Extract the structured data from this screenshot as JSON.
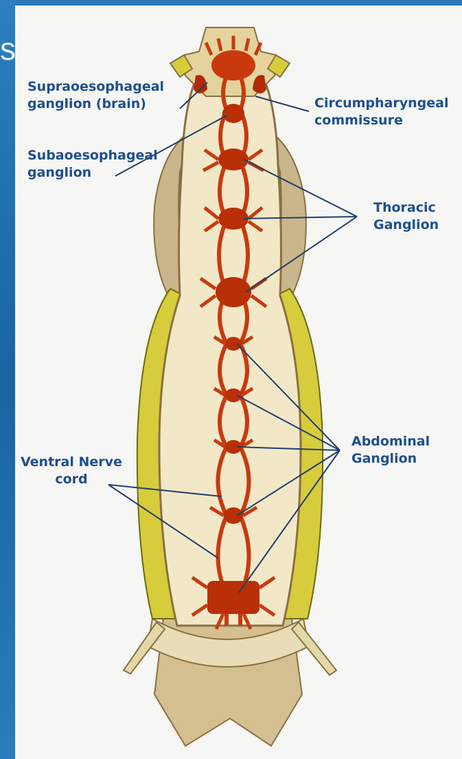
{
  "slide": {
    "edge_letter": "s"
  },
  "diagram": {
    "labels": {
      "supra_line1": "Supraoesophageal",
      "supra_line2": "ganglion (brain)",
      "circ_line1": "Circumpharyngeal",
      "circ_line2": "commissure",
      "sub_line1": "Subaoesophageal",
      "sub_line2": "ganglion",
      "thoracic_line1": "Thoracic",
      "thoracic_line2": "Ganglion",
      "abdominal_line1": "Abdominal",
      "abdominal_line2": "Ganglion",
      "ventral_line1": "Ventral Nerve",
      "ventral_line2": "cord"
    },
    "colors": {
      "nerve": "#c83a0e",
      "ganglion": "#b82f08",
      "body_fill": "#f2e8c8",
      "body_outline": "#8a7040",
      "side_segments": "#d7cc3c",
      "tan_plates": "#c9b68a",
      "label_text": "#1f4f8c",
      "pointer_lines": "#1f3f6c"
    }
  }
}
